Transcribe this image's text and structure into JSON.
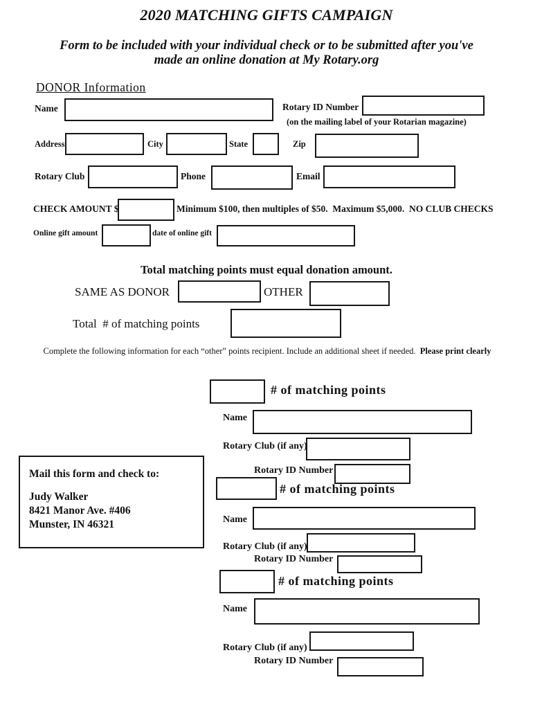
{
  "header": {
    "title": "2020 MATCHING GIFTS CAMPAIGN",
    "subtitle": "Form to be included with your individual check or to be submitted after you've\nmade an online donation at My Rotary.org"
  },
  "donor": {
    "heading": "DONOR Information",
    "name_label": "Name",
    "rotary_id_label": "Rotary ID Number",
    "rotary_id_caption": "(on the mailing label of your Rotarian magazine)",
    "address_label": "Address",
    "city_label": "City",
    "state_label": "State",
    "zip_label": "Zip",
    "club_label": "Rotary Club",
    "phone_label": "Phone",
    "email_label": "Email",
    "check_amount_label": "CHECK AMOUNT $",
    "check_amount_note": "Minimum $100, then multiples of $50.  Maximum $5,000.  NO CLUB CHECKS",
    "online_amount_label": "Online gift amount",
    "online_date_label": "date of online gift"
  },
  "points": {
    "heading": "Total matching points must equal donation amount.",
    "same_as_donor_label": "SAME AS DONOR",
    "other_label": "OTHER",
    "total_label": "Total  # of matching points",
    "instructions": "Complete the following information for each “other” points recipient. Include an additional sheet if needed.  ",
    "instructions_bold": "Please print clearly"
  },
  "recipient_labels": {
    "points_label": "# of matching points",
    "name_label": "Name",
    "club_label": "Rotary Club (if any)",
    "id_label": "Rotary ID Number"
  },
  "mail_to": {
    "heading": "Mail this form and check to:",
    "lines": "Judy Walker\n8421 Manor Ave. #406\nMunster, IN  46321"
  },
  "colors": {
    "ink": "#111111",
    "box_border": "#161616",
    "page_bg": "#ffffff"
  }
}
